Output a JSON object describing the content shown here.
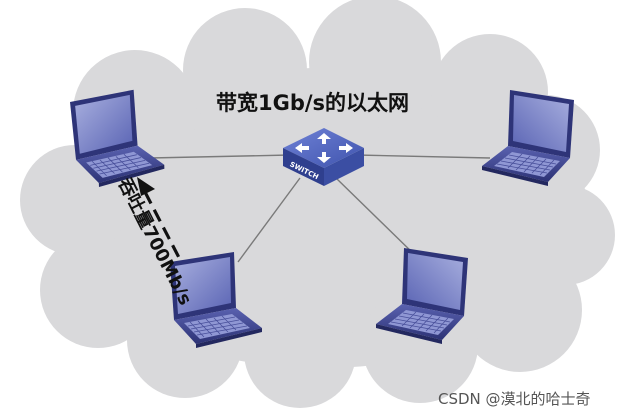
{
  "title": "带宽1Gb/s的以太网",
  "throughput_label": "吞吐量700Mb/s",
  "switch_label": "SWITCH",
  "watermark": "CSDN @漠北的哈士奇",
  "colors": {
    "cloud": "#d9d9db",
    "link": "#777777",
    "laptop_screen": "#7d86c6",
    "laptop_body": "#3c4390",
    "switch": "#4a5fb8"
  },
  "nodes": [
    {
      "name": "laptop-top-left",
      "icon": "laptop-icon"
    },
    {
      "name": "laptop-top-right",
      "icon": "laptop-icon"
    },
    {
      "name": "laptop-bottom-left",
      "icon": "laptop-icon"
    },
    {
      "name": "laptop-bottom-right",
      "icon": "laptop-icon"
    },
    {
      "name": "network-switch",
      "icon": "switch-icon"
    }
  ]
}
